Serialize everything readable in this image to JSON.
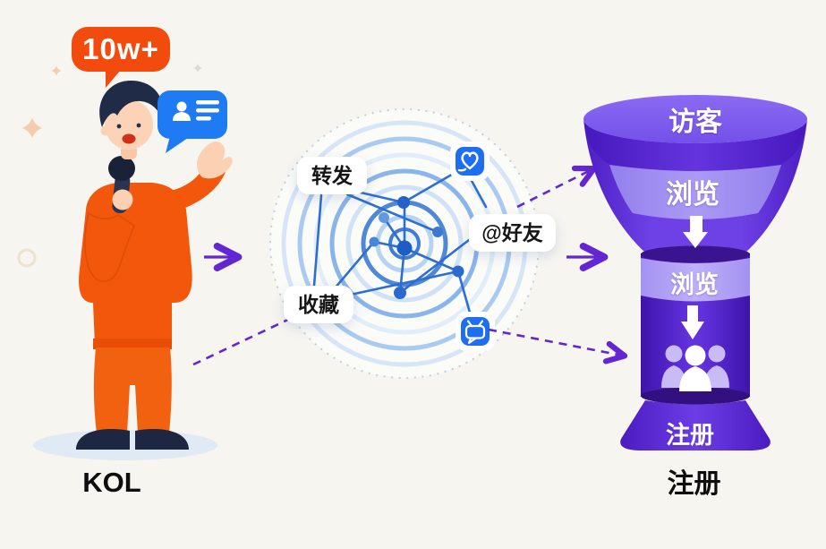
{
  "kol": {
    "followers_badge": "10w+",
    "caption": "KOL"
  },
  "network": {
    "labels": {
      "forward": "转发",
      "mention": "@好友",
      "favorite": "收藏"
    },
    "icons": {
      "top": "like-icon",
      "bottom": "live-tv-icon",
      "bubble": "contact-card-icon"
    }
  },
  "funnel": {
    "stages": [
      "访客",
      "浏览",
      "浏览",
      "注册"
    ],
    "caption": "注册"
  },
  "colors": {
    "background": "#f7f5f0",
    "accent_orange": "#f24b0d",
    "accent_blue": "#1e7bf3",
    "network_line": "#2e6ed2",
    "arrow_purple": "#6227d3",
    "funnel_purple": "#5b28d6"
  }
}
